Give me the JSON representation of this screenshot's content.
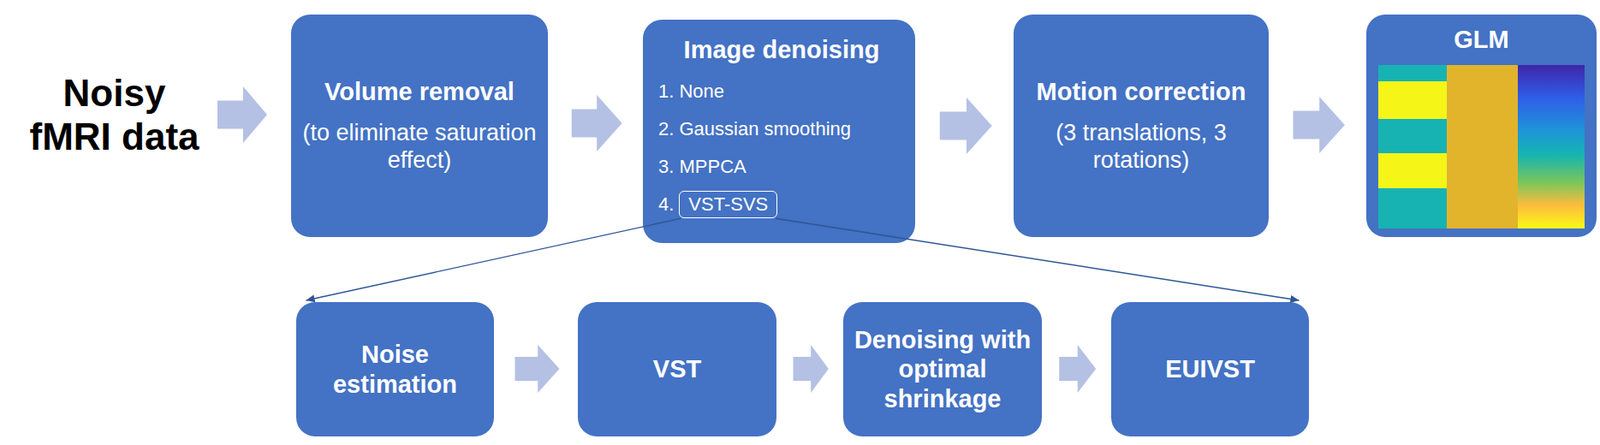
{
  "diagram": {
    "nodes": [
      {
        "text": [
          "Volume removal",
          "(to eliminate saturation effect)"
        ]
      },
      {
        "text": [
          "Image denoising",
          "1. None",
          "2. Gaussian smoothing",
          "3. MPPCA",
          "4."
        ]
      },
      {
        "text": [
          "VST-SVS"
        ],
        "in": 1
      },
      {
        "text": [
          "Motion correction",
          "(3 translations, 3 rotations)"
        ]
      },
      {
        "text": [
          "GLM"
        ]
      },
      {
        "text": [
          "Noise estimation"
        ]
      },
      {
        "text": [
          "VST"
        ]
      },
      {
        "text": [
          "Denoising with optimal shrinkage"
        ]
      },
      {
        "text": [
          "EUIVST"
        ]
      }
    ],
    "edges": [
      {
        "from": 0,
        "to": 1,
        "arrow": "to"
      },
      {
        "from": 1,
        "to": 3,
        "arrow": "to"
      },
      {
        "from": 3,
        "to": 4,
        "arrow": "to"
      },
      {
        "from": 2,
        "to": 5,
        "arrow": "to"
      },
      {
        "from": 2,
        "to": 8,
        "arrow": "to"
      },
      {
        "from": 5,
        "to": 6,
        "arrow": "to"
      },
      {
        "from": 6,
        "to": 7,
        "arrow": "to"
      },
      {
        "from": 7,
        "to": 8,
        "arrow": "to"
      }
    ],
    "labels": [
      "Noisy fMRI data"
    ]
  }
}
